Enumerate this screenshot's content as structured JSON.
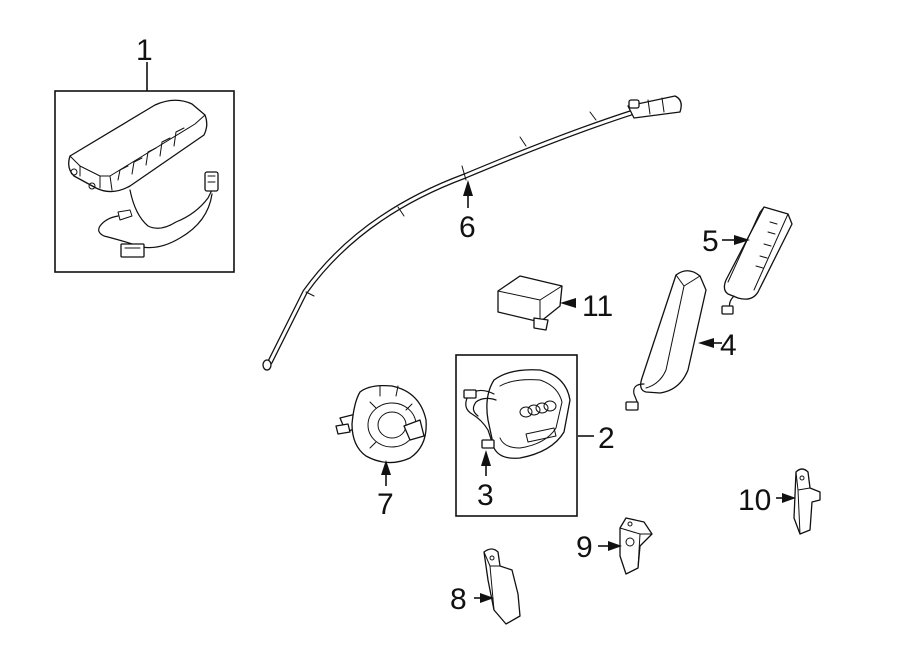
{
  "callouts": [
    "1",
    "2",
    "3",
    "4",
    "5",
    "6",
    "7",
    "8",
    "9",
    "10",
    "11"
  ],
  "parts": [
    {
      "callout": "1",
      "icon": "passenger-airbag-module-icon"
    },
    {
      "callout": "2",
      "icon": "steering-wheel-airbag-icon"
    },
    {
      "callout": "3",
      "icon": "airbag-connector-harness-icon"
    },
    {
      "callout": "4",
      "icon": "seat-side-airbag-icon"
    },
    {
      "callout": "5",
      "icon": "side-airbag-module-icon"
    },
    {
      "callout": "6",
      "icon": "curtain-airbag-icon"
    },
    {
      "callout": "7",
      "icon": "clockspring-icon"
    },
    {
      "callout": "8",
      "icon": "impact-sensor-icon"
    },
    {
      "callout": "9",
      "icon": "impact-sensor-icon"
    },
    {
      "callout": "10",
      "icon": "impact-sensor-icon"
    },
    {
      "callout": "11",
      "icon": "control-module-icon"
    }
  ],
  "colors": {
    "line": "#111111",
    "background": "#ffffff"
  }
}
